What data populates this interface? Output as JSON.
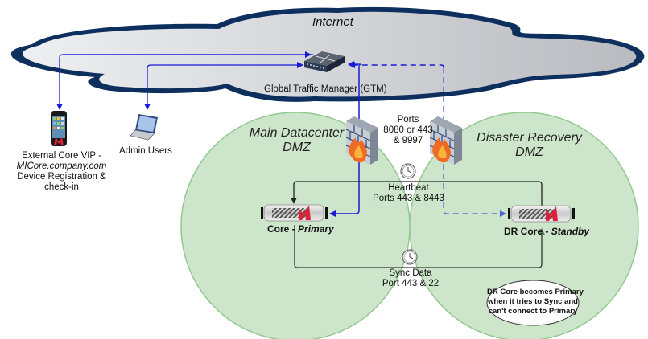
{
  "internet": {
    "label": "Internet"
  },
  "gtm": {
    "label": "Global Traffic Manager (GTM)",
    "icon": "network-switch-icon"
  },
  "external_device": {
    "line1": "External Core VIP -",
    "line2": "MICore.company.com",
    "line3": "Device Registration &",
    "line4": "check-in",
    "icon": "smartphone-icon"
  },
  "admin": {
    "label": "Admin Users",
    "icon": "laptop-icon"
  },
  "zones": {
    "main": {
      "line1": "Main Datacenter",
      "line2": "DMZ"
    },
    "dr": {
      "line1": "Disaster Recovery",
      "line2": "DMZ"
    }
  },
  "ports_label": {
    "line1": "Ports",
    "line2": "8080 or 443",
    "line3": "& 9997"
  },
  "heartbeat": {
    "line1": "Heartbeat",
    "line2": "Ports 443 & 8443"
  },
  "sync": {
    "line1": "Sync Data",
    "line2": "Port 443 & 22"
  },
  "servers": {
    "primary": {
      "name": "Core",
      "sep": " - ",
      "role": "Primary"
    },
    "standby": {
      "name": "DR Core",
      "sep": " - ",
      "role": "Standby"
    }
  },
  "note": {
    "line1": "DR Core becomes Primary",
    "line2": "when it tries to Sync and",
    "line3": "can't connect to Primary"
  },
  "colors": {
    "cloud_fill": "#d4d6da",
    "cloud_stroke": "#0d2f5e",
    "zone_fill": "#cde6cb",
    "zone_stroke": "#93c990",
    "arrow_blue": "#1a1ad6",
    "arrow_dashed": "#4a64d8",
    "connector": "#222222",
    "brand_red": "#e0203a"
  }
}
